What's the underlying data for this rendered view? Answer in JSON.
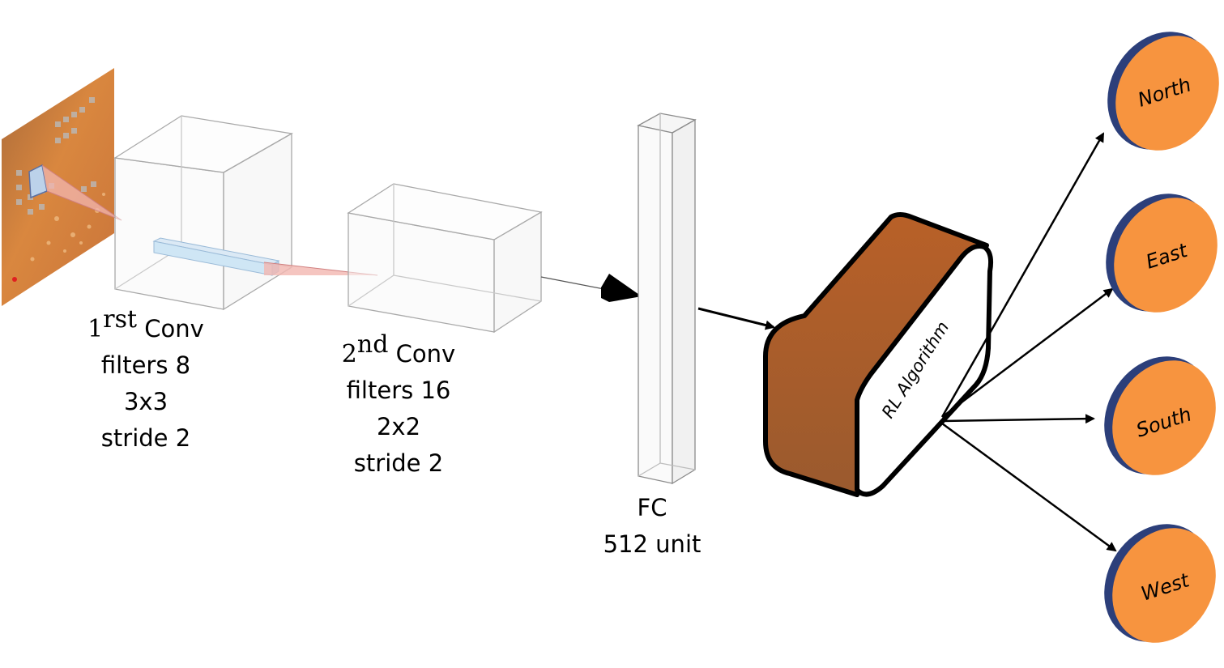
{
  "layers": {
    "conv1": {
      "number": "1",
      "suffix": "rst",
      "name": "Conv",
      "filters": "filters 8",
      "kernel": "3x3",
      "stride": "stride 2"
    },
    "conv2": {
      "number": "2",
      "suffix": "nd",
      "name": "Conv",
      "filters": "filters 16",
      "kernel": "2x2",
      "stride": "stride 2"
    },
    "fc": {
      "name": "FC",
      "units": "512 unit"
    }
  },
  "rl_block": {
    "label": "RL Algorithm"
  },
  "outputs": [
    "North",
    "East",
    "South",
    "West"
  ],
  "colors": {
    "rl_brown": "#b0602a",
    "action_orange": "#f7943f",
    "action_rim": "#2c3f7a",
    "box_edge": "#a9a9a9",
    "kernel_blue": "#cfe6f5",
    "kernel_red": "#f2b6b0"
  }
}
